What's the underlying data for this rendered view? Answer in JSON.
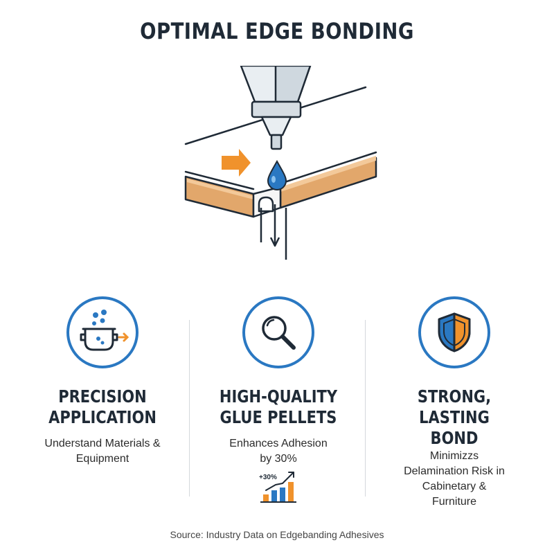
{
  "page": {
    "title": "OPTIMAL EDGE BONDING",
    "source": "Source: Industry Data on Edgebanding Adhesives"
  },
  "features": [
    {
      "title": "PRECISION\nAPPLICATION",
      "description": "Understand Materials &\nEquipment",
      "icon": "glue-pot-icon"
    },
    {
      "title": "HIGH-QUALITY\nGLUE PELLETS",
      "description": "Enhances Adhesion\nby 30%",
      "icon": "magnifier-icon",
      "chart_label": "+30%"
    },
    {
      "title": "STRONG,\nLASTING\nBOND",
      "description": "Minimizzs\nDelamination Risk in\nCabinetary &\nFurniture",
      "icon": "shield-icon"
    }
  ],
  "colors": {
    "accent_blue": "#2a78c2",
    "accent_orange": "#f0922c",
    "text_dark": "#1f2a36",
    "wood": "#e2a76b"
  }
}
